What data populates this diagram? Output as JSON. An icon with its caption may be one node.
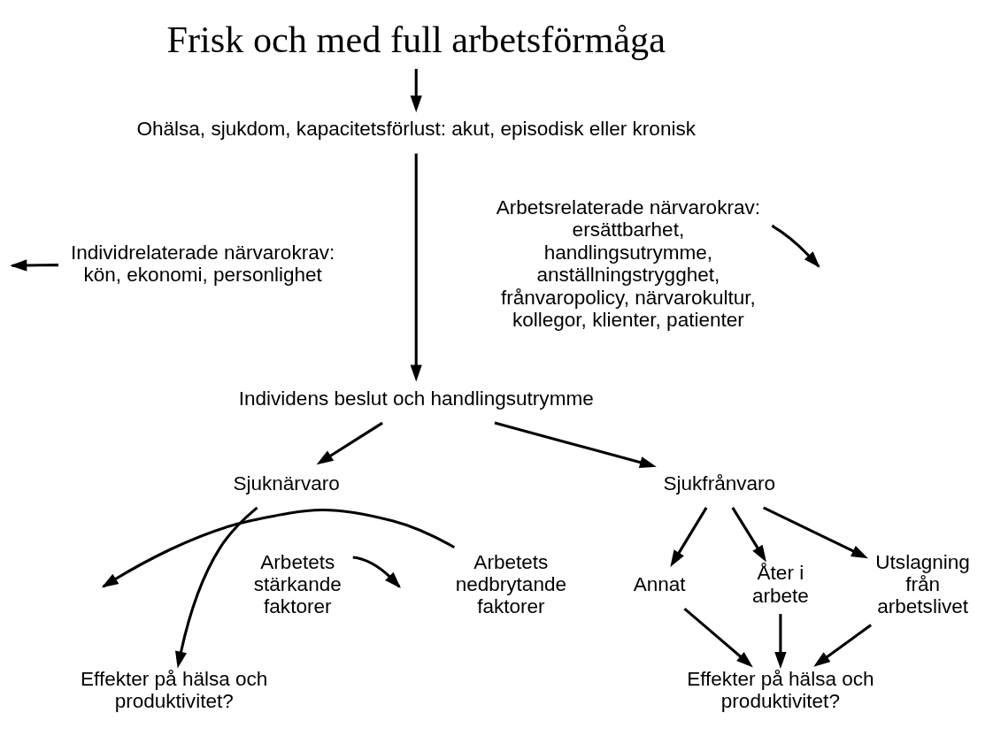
{
  "diagram": {
    "nodes": [
      {
        "text": [
          "Frisk och med full arbetsförmåga"
        ]
      },
      {
        "text": [
          "Ohälsa, sjukdom, kapacitetsförlust: akut, episodisk eller kronisk"
        ]
      },
      {
        "text": [
          "Individrelaterade närvarokrav: kön, ekonomi, personlighet"
        ]
      },
      {
        "text": [
          "Arbetsrelaterade närvarokrav: ersättbarhet, handlingsutrymme, anställningstrygghet, frånvaropolicy, närvarokultur, kollegor, klienter, patienter"
        ]
      },
      {
        "text": [
          "Individens beslut och handlingsutrymme"
        ]
      },
      {
        "text": [
          "Sjuknärvaro"
        ]
      },
      {
        "text": [
          "Sjukfrånvaro"
        ]
      },
      {
        "text": [
          "Arbetets nedbrytande faktorer"
        ]
      },
      {
        "text": [
          "Arbetets stärkande faktorer"
        ]
      },
      {
        "text": [
          "Effekter på hälsa och produktivitet?"
        ]
      },
      {
        "text": [
          "Åter i arbete"
        ]
      },
      {
        "text": [
          "Utslagning från arbetslivet"
        ]
      },
      {
        "text": [
          "Annat"
        ]
      },
      {
        "text": [
          "Effekter på hälsa och produktivitet?"
        ]
      }
    ],
    "edges": [
      {
        "from": 0,
        "to": 1,
        "arrow": "to"
      },
      {
        "from": 2,
        "to": null,
        "arrow": "to"
      },
      {
        "from": 3,
        "to": null,
        "arrow": "to"
      },
      {
        "from": 1,
        "to": 4,
        "arrow": "to"
      },
      {
        "from": 4,
        "to": 5,
        "arrow": "to"
      },
      {
        "from": 4,
        "to": 6,
        "arrow": "to"
      },
      {
        "from": 7,
        "to": null,
        "arrow": "to"
      },
      {
        "from": 8,
        "to": null,
        "arrow": "to"
      },
      {
        "from": 5,
        "to": 9,
        "arrow": "to"
      },
      {
        "from": 6,
        "to": 10,
        "arrow": "to"
      },
      {
        "from": 6,
        "to": 11,
        "arrow": "to"
      },
      {
        "from": 6,
        "to": 12,
        "arrow": "to"
      },
      {
        "from": 10,
        "to": 13,
        "arrow": "to"
      },
      {
        "from": 11,
        "to": 13,
        "arrow": "to"
      },
      {
        "from": 12,
        "to": 13,
        "arrow": "to"
      }
    ]
  }
}
